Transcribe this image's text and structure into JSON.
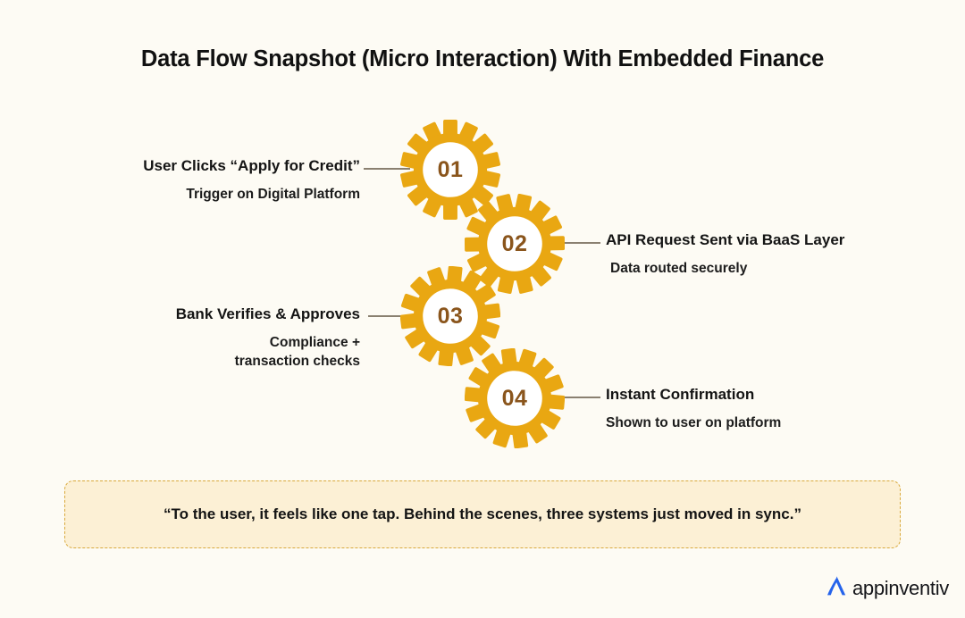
{
  "page": {
    "title": "Data Flow Snapshot (Micro Interaction) With Embedded Finance",
    "background_color": "#FDFBF4"
  },
  "colors": {
    "gear_gold": "#E9A712",
    "gear_center": "#FFFFFF",
    "number_brown": "#8A551C",
    "connector_gray": "#8A8070",
    "quote_fill": "#FCF0D5",
    "quote_border": "#D9A93C",
    "title_black": "#111111",
    "logo_blue": "#2563EB"
  },
  "steps": [
    {
      "number": "01",
      "title": "User Clicks “Apply for Credit”",
      "subtitle_lines": [
        "Trigger on Digital Platform"
      ],
      "side": "left"
    },
    {
      "number": "02",
      "title": "API Request Sent via BaaS Layer",
      "subtitle_lines": [
        "Data routed securely"
      ],
      "side": "right"
    },
    {
      "number": "03",
      "title": "Bank Verifies & Approves",
      "subtitle_lines": [
        "Compliance +",
        "transaction checks"
      ],
      "side": "left"
    },
    {
      "number": "04",
      "title": "Instant Confirmation",
      "subtitle_lines": [
        "Shown to user on platform"
      ],
      "side": "right"
    }
  ],
  "quote": {
    "text": "“To the user, it feels like one tap. Behind the scenes, three systems just moved in sync.”"
  },
  "logo": {
    "wordmark": "appinventiv",
    "mark_name": "appinventiv-a-mark"
  }
}
